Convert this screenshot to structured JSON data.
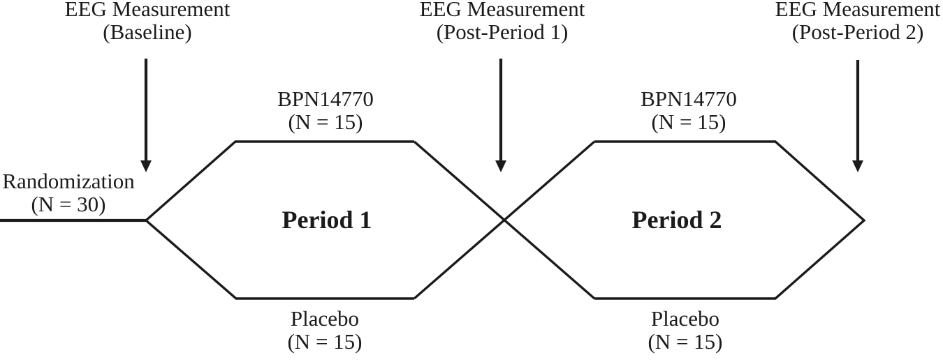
{
  "colors": {
    "line": "#1b1b1b",
    "text": "#1b1b1b",
    "background": "#ffffff"
  },
  "measurements": [
    {
      "line1": "EEG Measurement",
      "line2": "(Baseline)"
    },
    {
      "line1": "EEG Measurement",
      "line2": "(Post-Period 1)"
    },
    {
      "line1": "EEG Measurement",
      "line2": "(Post-Period 2)"
    }
  ],
  "randomization": {
    "line1": "Randomization",
    "line2": "(N = 30)"
  },
  "periods": [
    {
      "name": "Period 1",
      "top_arm": {
        "line1": "BPN14770",
        "line2": "(N = 15)"
      },
      "bottom_arm": {
        "line1": "Placebo",
        "line2": "(N = 15)"
      }
    },
    {
      "name": "Period 2",
      "top_arm": {
        "line1": "BPN14770",
        "line2": "(N = 15)"
      },
      "bottom_arm": {
        "line1": "Placebo",
        "line2": "(N = 15)"
      }
    }
  ]
}
